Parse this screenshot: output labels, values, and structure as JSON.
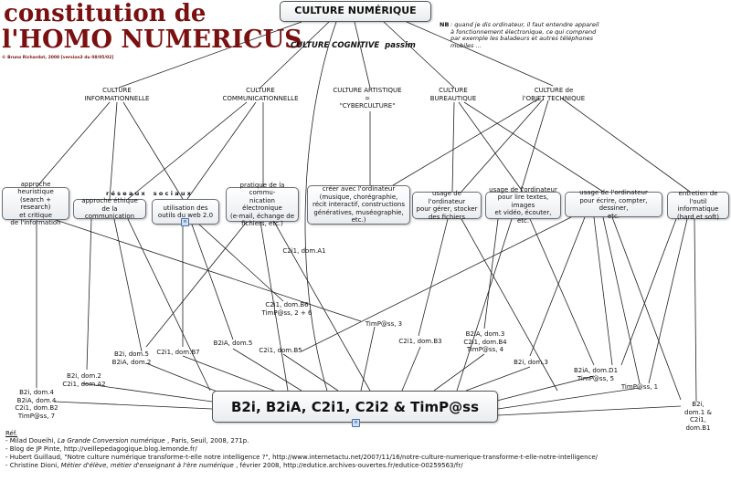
{
  "title_line1": "constitution de",
  "title_line2": "l'HOMO NUMERICUS",
  "credit": "© Bruno Richardot, 2008 [version3 du 08/05/02]",
  "root": "CULTURE NUMÉRIQUE",
  "nb_label": "NB",
  "nb_text": ": quand je dis ordinateur, il faut entendre appareil\nà fonctionnement électronique, ce qui comprend\npar exemple les baladeurs et autres téléphones\nmobiles ...",
  "cognitive": "CULTURE COGNITIVE  passim",
  "cultures": {
    "info": "CULTURE\nINFORMATIONNELLE",
    "comm": "CULTURE\nCOMMUNICATIONNELLE",
    "arts": "CULTURE ARTISTIQUE\n=\n\"CYBERCULTURE\"",
    "bureau": "CULTURE\nBUREAUTIQUE",
    "objet": "CULTURE de\nl'OBJET TECHNIQUE"
  },
  "reseaux": "r é s e a u x    s o c i a u x",
  "boxes": {
    "heuristique": "approche heuristique\n(search + research)\net critique\nde l'information",
    "ethique": "approche éthique\nde la communication",
    "web2": "utilisation des\noutils du web 2.0",
    "pratique": "pratique de la commu-\nnication électronique\n(e-mail, échange de\nfichiers, etc.)",
    "creer": "créer avec l'ordinateur\n(musique, chorégraphie,\nrécit interactif, constructions\ngénératives, muséographie, etc.)",
    "gerer": "usage de l'ordinateur\npour gérer, stocker\ndes fichiers",
    "lire": "usage de l'ordinateur\npour lire textes, images\net vidéo, écouter, etc.",
    "ecrire": "usage de l'ordinateur\npour écrire, compter, dessiner,\netc.",
    "entretien": "entretien de\nl'outil informatique\n(hard et soft)"
  },
  "main_box": "B2i, B2iA,  C2i1, C2i2 & TimP@ss",
  "labels": {
    "c2i1_a1": "C2i1, dom.A1",
    "c2i1_b6": "C2i1, dom.B6\nTimP@ss, 2 + 6",
    "timpass_3": "TimP@ss, 3",
    "c2i1_b3": "C2i1, dom.B3",
    "b2ia_3": "B2iA, dom.3\nC2i1, dom.B4\nTimP@ss, 4",
    "b2i_3": "B2i, dom.3",
    "b2ia_d1": "B2iA, dom.D1\nTimP@ss, 5",
    "timpass_1": "TimP@ss, 1",
    "b2i_1": "B2i, dom.1 &\nC2i1, dom.B1",
    "b2i_5": "B2i, dom.5\nB2iA, dom.2",
    "c2i1_b7": "C2i1, dom.B7",
    "b2ia_5": "B2iA, dom.5",
    "c2i1_b5": "C2i1, dom.B5",
    "b2i_2": "B2i, dom.2\nC2i1, dom.A2",
    "b2i_4": "B2i, dom.4\nB2iA, dom.4\nC2i1, dom.B2\nTimP@ss, 7"
  },
  "ref_title": "Réf.",
  "refs": [
    {
      "pre": "- Milad Doueihi, ",
      "it": "La Grande Conversion numérique",
      "post": " , Paris, Seuil, 2008, 271p."
    },
    {
      "pre": "- Blog de JP Pinte, http://veillepedagogique.blog.lemonde.fr/",
      "it": "",
      "post": ""
    },
    {
      "pre": "- Hubert Guillaud, \"Notre culture numérique transforme-t-elle notre intelligence ?\", http://www.internetactu.net/2007/11/16/notre-culture-numerique-transforme-t-elle-notre-intelligence/",
      "it": "",
      "post": ""
    },
    {
      "pre": "- Christine Dioni, ",
      "it": "Métier d'élève, métier d'enseignant à l'ère numérique",
      "post": " , février 2008, http://edutice.archives-ouvertes.fr/edutice-00259563/fr/"
    }
  ]
}
